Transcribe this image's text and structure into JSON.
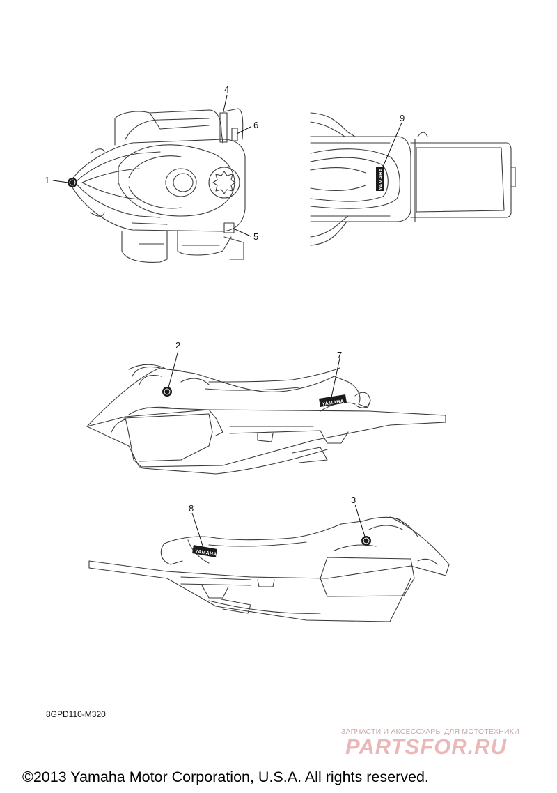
{
  "callouts": [
    "1",
    "2",
    "3",
    "4",
    "5",
    "6",
    "7",
    "8",
    "9"
  ],
  "decals": {
    "brand_text": "YAMAHA"
  },
  "part_code": "8GPD110-M320",
  "watermark": {
    "tagline": "ЗАПЧАСТИ И АКСЕССУАРЫ ДЛЯ МОТОТЕХНИКИ",
    "logo": "PARTSFOR.RU"
  },
  "copyright": "©2013 Yamaha Motor Corporation, U.S.A. All rights reserved.",
  "colors": {
    "line": "#3a3a3a",
    "watermark": "#eab8b8"
  }
}
